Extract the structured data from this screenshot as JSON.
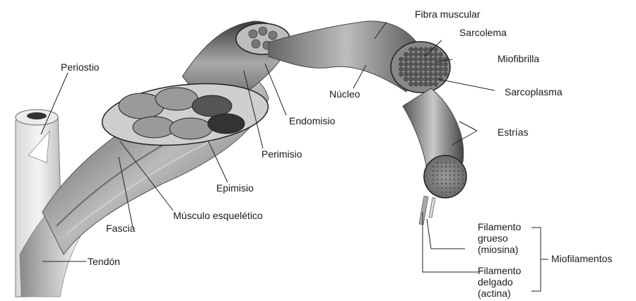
{
  "labels": {
    "periostio": "Periostio",
    "fibra_muscular": "Fibra muscular",
    "sarcolema": "Sarcolema",
    "miofibrilla": "Miofibrilla",
    "nucleo": "Núcleo",
    "sarcoplasma": "Sarcoplasma",
    "endomisio": "Endomisio",
    "estrias": "Estrías",
    "perimisio": "Perimisio",
    "epimisio": "Epimisio",
    "musculo_esqueletico": "Músculo esquelético",
    "fascia": "Fascia",
    "tendon": "Tendón",
    "filamento_grueso": "Filamento\ngrueso\n(miosina)",
    "filamento_delgado": "Filamento\ndelgado\n(actina)",
    "miofilamentos": "Miofilamentos"
  }
}
